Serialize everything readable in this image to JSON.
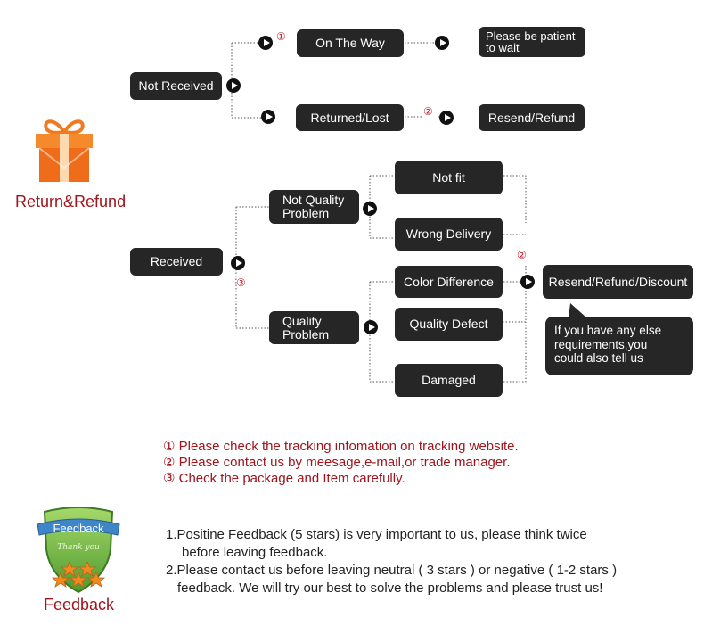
{
  "return_section": {
    "title": "Return&Refund",
    "not_received": {
      "label": "Not Received",
      "on_the_way": "On The Way",
      "patient_line1": "Please be patient",
      "patient_line2": "to wait",
      "returned_lost": "Returned/Lost",
      "resend_refund": "Resend/Refund",
      "marker_1": "①",
      "marker_2": "②"
    },
    "received": {
      "label": "Received",
      "marker_3": "③",
      "not_quality_line1": "Not Quality",
      "not_quality_line2": "Problem",
      "quality_line1": "Quality",
      "quality_line2": "Problem",
      "not_fit": "Not fit",
      "wrong_delivery": "Wrong Delivery",
      "color_difference": "Color Difference",
      "quality_defect": "Quality Defect",
      "damaged": "Damaged",
      "marker_2": "②",
      "resolution": "Resend/Refund/Discount",
      "bubble_line1": "If you have any else",
      "bubble_line2": "requirements,you",
      "bubble_line3": "could also tell us"
    }
  },
  "notes": [
    "① Please check the tracking infomation on tracking website.",
    "② Please contact us by meesage,e-mail,or trade manager.",
    "③ Check the package and Item carefully."
  ],
  "feedback_section": {
    "title": "Feedback",
    "badge_top": "Feedback",
    "badge_script": "Thank you",
    "line1a": "1.Positine Feedback (5 stars) is very important to us, please think twice",
    "line1b": "before leaving feedback.",
    "line2a": "2.Please contact us before leaving neutral ( 3 stars ) or negative ( 1-2 stars )",
    "line2b": "feedback. We will try our best to solve the problems and please trust us!"
  },
  "colors": {
    "box_bg": "#262626",
    "accent_red": "#a0141c",
    "gift_orange": "#f07a22",
    "badge_green": "#7cc24a"
  }
}
